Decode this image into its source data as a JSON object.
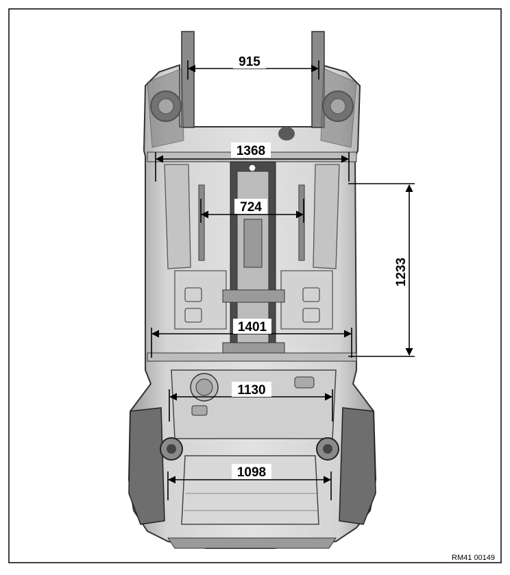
{
  "figure": {
    "reference_code": "RM41 00149",
    "dimensions": {
      "front_strut_span": "915",
      "front_rail_span": "1368",
      "inner_rail_span": "724",
      "rail_length": "1233",
      "mid_rail_span": "1401",
      "rear_span": "1130",
      "rear_end_span": "1098"
    },
    "colors": {
      "frame": "#000000",
      "body_fill": "#cfcfcf",
      "body_dark": "#5a5a5a",
      "dimension_line": "#000000"
    }
  }
}
